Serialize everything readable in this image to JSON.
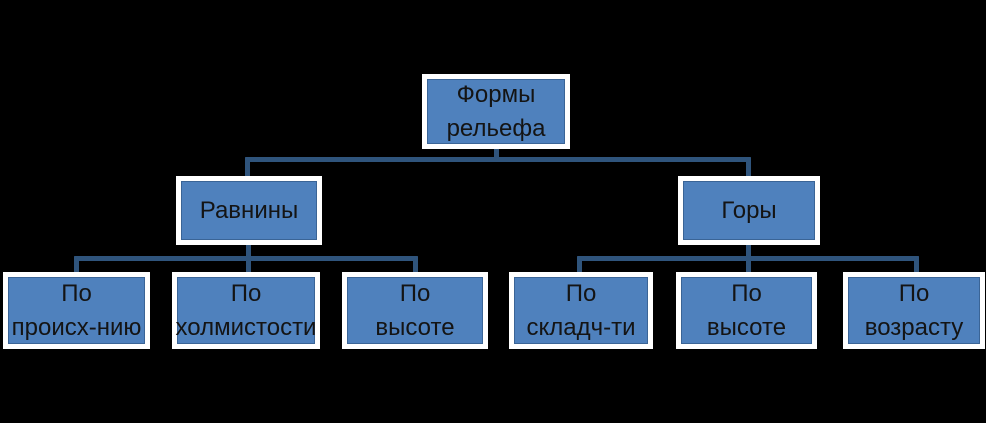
{
  "diagram": {
    "title": "Формы рельефа (landforms classification chart)",
    "type": "hierarchy-tree",
    "colors": {
      "canvas_bg": "#000000",
      "node_fill": "#4F81BD",
      "node_border": "#FFFFFF",
      "node_inner_line": "#3A6496",
      "connector": "#2F547C",
      "text": "#141414"
    },
    "nodes": {
      "root": {
        "lines": [
          "Формы",
          "рельефа"
        ]
      },
      "ravniny": {
        "lines": [
          "Равнины"
        ]
      },
      "gory": {
        "lines": [
          "Горы"
        ]
      },
      "leaf1": {
        "lines": [
          "По",
          "происх-нию"
        ]
      },
      "leaf2": {
        "lines": [
          "По",
          "холмистости"
        ]
      },
      "leaf3": {
        "lines": [
          "По",
          "высоте"
        ]
      },
      "leaf4": {
        "lines": [
          "По",
          "складч-ти"
        ]
      },
      "leaf5": {
        "lines": [
          "По",
          "высоте"
        ]
      },
      "leaf6": {
        "lines": [
          "По",
          "возрасту"
        ]
      }
    },
    "edges": [
      [
        "root",
        "ravniny"
      ],
      [
        "root",
        "gory"
      ],
      [
        "ravniny",
        "leaf1"
      ],
      [
        "ravniny",
        "leaf2"
      ],
      [
        "ravniny",
        "leaf3"
      ],
      [
        "gory",
        "leaf4"
      ],
      [
        "gory",
        "leaf5"
      ],
      [
        "gory",
        "leaf6"
      ]
    ]
  }
}
